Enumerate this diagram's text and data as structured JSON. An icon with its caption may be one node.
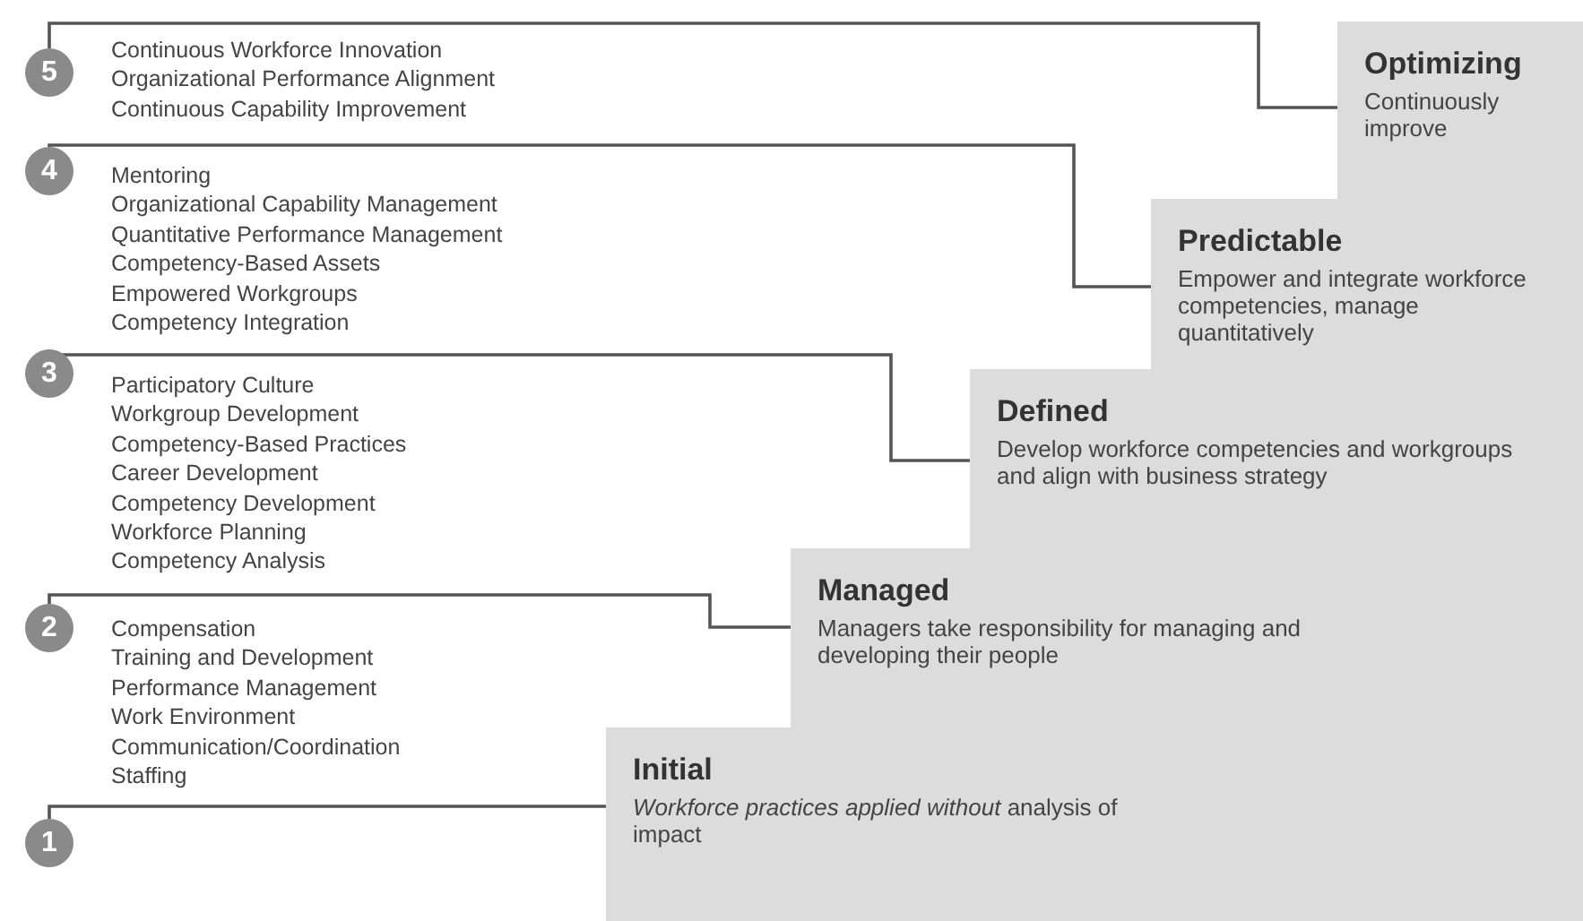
{
  "diagram": {
    "nodes": [
      {
        "text": [
          "5"
        ],
        "beside": [
          "Continuous Workforce Innovation",
          "Organizational Performance Alignment",
          "Continuous Capability Improvement"
        ]
      },
      {
        "text": [
          "Optimizing",
          "Continuously improve"
        ]
      },
      {
        "text": [
          "4"
        ],
        "beside": [
          "Mentoring",
          "Organizational Capability Management",
          "Quantitative Performance Management",
          "Competency-Based Assets",
          "Empowered Workgroups",
          "Competency Integration"
        ]
      },
      {
        "text": [
          "Predictable",
          "Empower and integrate workforce competencies, manage quantitatively"
        ]
      },
      {
        "text": [
          "3"
        ],
        "beside": [
          "Participatory Culture",
          "Workgroup Development",
          "Competency-Based Practices",
          "Career Development",
          "Competency Development",
          "Workforce Planning",
          "Competency Analysis"
        ]
      },
      {
        "text": [
          "Defined",
          "Develop workforce competencies and workgroups and align with business strategy"
        ]
      },
      {
        "text": [
          "2"
        ],
        "beside": [
          "Compensation",
          "Training and Development",
          "Performance Management",
          "Work Environment",
          "Communication/Coordination",
          "Staffing"
        ]
      },
      {
        "text": [
          "Managed",
          "Managers take responsibility for managing and developing their people"
        ]
      },
      {
        "text": [
          "1"
        ]
      },
      {
        "text": [
          "Initial",
          "*Workforce practices applied without* analysis of impact"
        ]
      }
    ],
    "edges": [
      {
        "from": 0,
        "to": 1,
        "arrow": "none"
      },
      {
        "from": 2,
        "to": 3,
        "arrow": "none"
      },
      {
        "from": 4,
        "to": 5,
        "arrow": "none"
      },
      {
        "from": 6,
        "to": 7,
        "arrow": "none"
      },
      {
        "from": 8,
        "to": 9,
        "arrow": "none"
      }
    ]
  }
}
